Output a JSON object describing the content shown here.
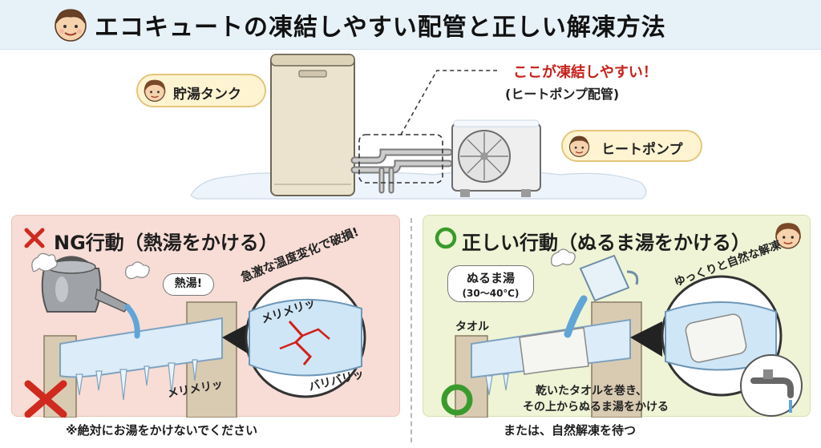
{
  "title": "エコキュートの凍結しやすい配管と正しい解凍方法",
  "top": {
    "tank_label": "貯湯タンク",
    "heatpump_label": "ヒートポンプ",
    "freeze_warning": "ここが凍結しやすい！",
    "freeze_pipe": "(ヒートポンプ配管)"
  },
  "ng": {
    "title": "NG行動（熱湯をかける）",
    "hot_water": "熱湯!",
    "damage_caption": "急激な温度変化で破損!",
    "crack_sound_1": "メリメリッ",
    "crack_sound_2": "メリメリッ",
    "crack_sound_3": "バリバリッ",
    "warning_note": "※絶対にお湯をかけないでください"
  },
  "ok": {
    "title": "正しい行動（ぬるま湯をかける）",
    "lukewarm": "ぬるま湯",
    "temp_range": "(30〜40℃)",
    "towel_label": "タオル",
    "natural_caption": "ゆっくりと自然な解凍",
    "instruction_line1": "乾いたタオルを巻き、",
    "instruction_line2": "その上からぬるま湯をかける",
    "alternative": "または、自然解凍を待つ"
  },
  "colors": {
    "title_bg": "#e7f1f8",
    "ng_bg": "#f7ddd6",
    "ok_bg": "#eef4d5",
    "warning_red": "#c7211a",
    "ok_green": "#3a9a2c",
    "callout_bg": "#fff4d2"
  },
  "icons": [
    "boy-face-icon",
    "woman-face-icon",
    "x-mark-icon",
    "circle-mark-icon",
    "kettle-icon",
    "pitcher-icon",
    "faucet-icon",
    "steam-icon"
  ]
}
